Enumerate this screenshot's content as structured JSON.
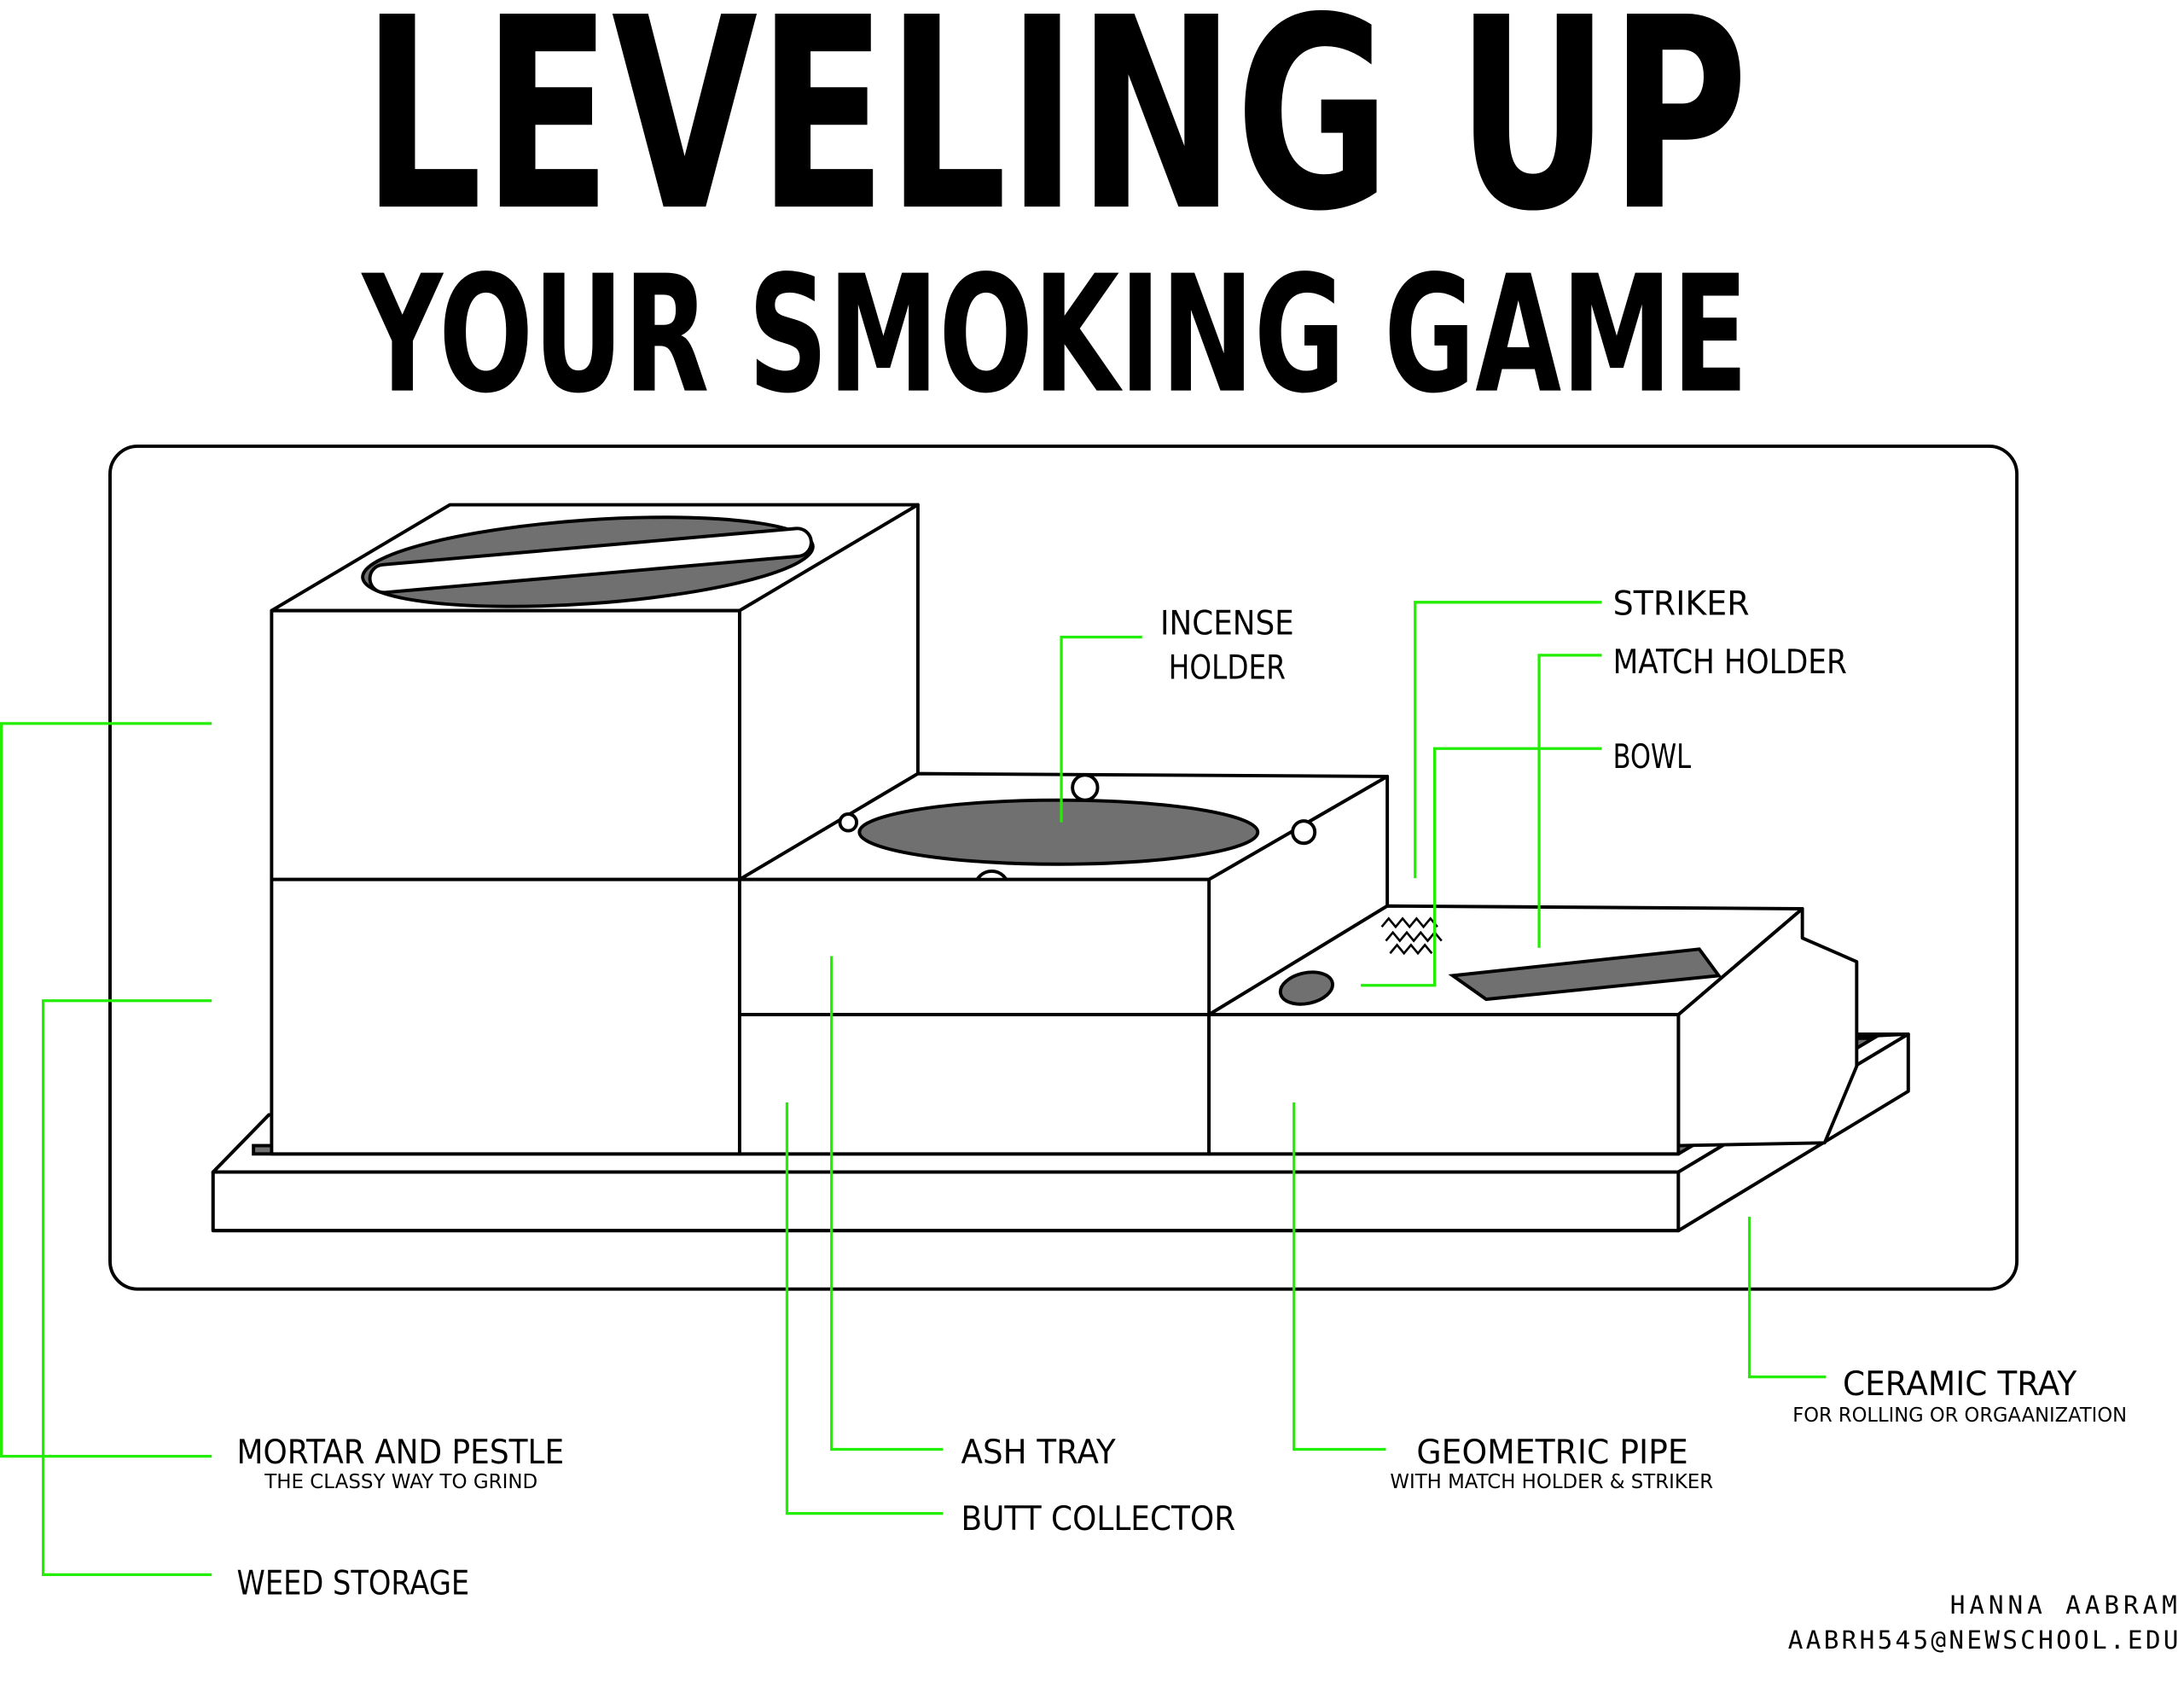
{
  "title": {
    "line1": "LEVELING UP",
    "line2": "YOUR SMOKING GAME"
  },
  "labels": {
    "incense_holder": [
      "INCENSE",
      "HOLDER"
    ],
    "striker": "STRIKER",
    "match_holder": "MATCH HOLDER",
    "bowl": "BOWL",
    "mortar_and_pestle": {
      "title": "MORTAR AND PESTLE",
      "subtitle": "THE CLASSY WAY TO GRIND"
    },
    "weed_storage": "WEED STORAGE",
    "ash_tray": "ASH TRAY",
    "butt_collector": "BUTT COLLECTOR",
    "geometric_pipe": {
      "title": "GEOMETRIC PIPE",
      "subtitle": "WITH MATCH HOLDER & STRIKER"
    },
    "ceramic_tray": {
      "title": "CERAMIC TRAY",
      "subtitle": "FOR ROLLING OR ORGAANIZATION"
    }
  },
  "credit": {
    "name": "HANNA AABRAM",
    "email": "AABRH545@NEWSCHOOL.EDU"
  },
  "colors": {
    "leader": "#22ee00",
    "fill_dark": "#707070"
  }
}
